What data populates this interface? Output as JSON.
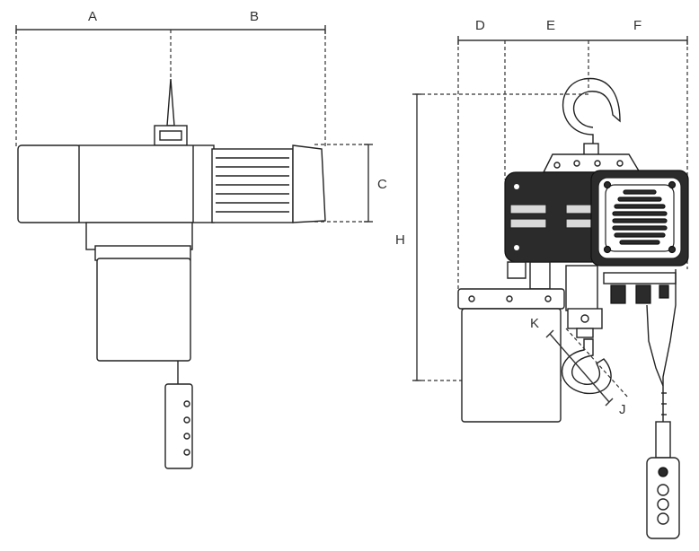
{
  "dimension_labels": {
    "a": "A",
    "b": "B",
    "c": "C",
    "d": "D",
    "e": "E",
    "f": "F",
    "h": "H",
    "k": "K",
    "j": "J"
  }
}
